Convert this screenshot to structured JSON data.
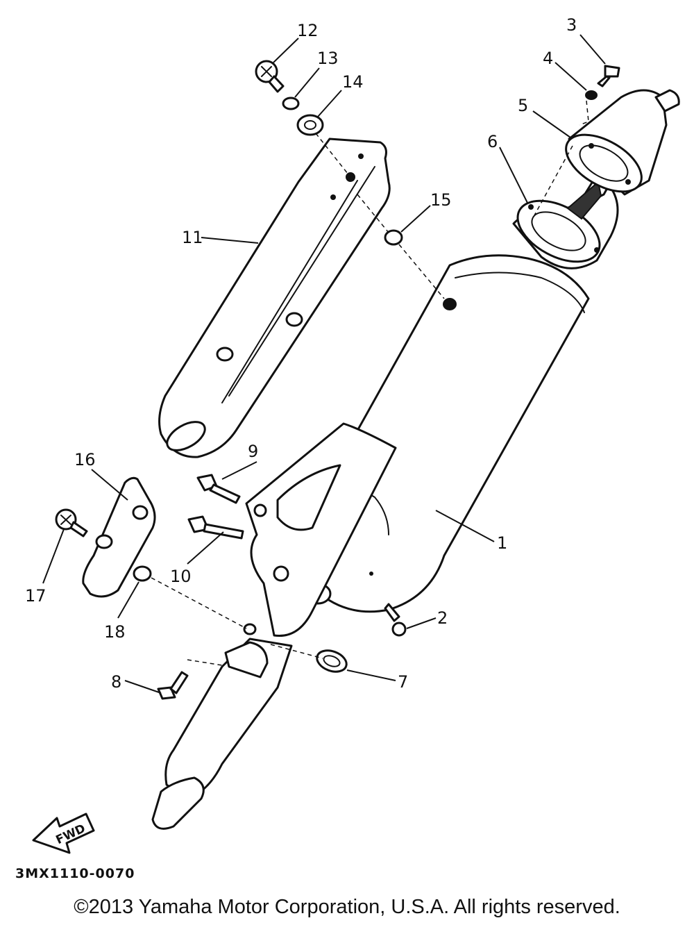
{
  "diagram": {
    "callouts": [
      {
        "id": "1",
        "label": "1"
      },
      {
        "id": "2",
        "label": "2"
      },
      {
        "id": "3",
        "label": "3"
      },
      {
        "id": "4",
        "label": "4"
      },
      {
        "id": "5",
        "label": "5"
      },
      {
        "id": "6",
        "label": "6"
      },
      {
        "id": "7",
        "label": "7"
      },
      {
        "id": "8",
        "label": "8"
      },
      {
        "id": "9",
        "label": "9"
      },
      {
        "id": "10",
        "label": "10"
      },
      {
        "id": "11",
        "label": "11"
      },
      {
        "id": "12",
        "label": "12"
      },
      {
        "id": "13",
        "label": "13"
      },
      {
        "id": "14",
        "label": "14"
      },
      {
        "id": "15",
        "label": "15"
      },
      {
        "id": "16",
        "label": "16"
      },
      {
        "id": "17",
        "label": "17"
      },
      {
        "id": "18",
        "label": "18"
      }
    ],
    "direction_label": "FWD",
    "document_number": "3MX1110-0070"
  },
  "footer": {
    "copyright": "©2013 Yamaha Motor Corporation, U.S.A. All rights reserved."
  }
}
